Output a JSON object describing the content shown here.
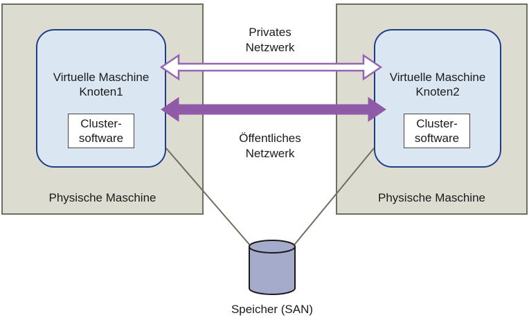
{
  "nodes": {
    "left": {
      "physical_label": "Physische Maschine",
      "vm_line1": "Virtuelle Maschine",
      "vm_line2": "Knoten1",
      "software_line1": "Cluster-",
      "software_line2": "software"
    },
    "right": {
      "physical_label": "Physische Maschine",
      "vm_line1": "Virtuelle Maschine",
      "vm_line2": "Knoten2",
      "software_line1": "Cluster-",
      "software_line2": "software"
    }
  },
  "networks": {
    "private_line1": "Privates",
    "private_line2": "Netzwerk",
    "public_line1": "Öffentliches",
    "public_line2": "Netzwerk"
  },
  "storage": {
    "label": "Speicher (SAN)"
  },
  "colors": {
    "physical_fill": "#dddcd0",
    "physical_border": "#6b6f5e",
    "vm_fill": "#dbe6f3",
    "vm_border": "#1f3d86",
    "private_arrow": "#9763b3",
    "public_arrow": "#8f5aa8",
    "storage_fill": "#a4abcb"
  }
}
